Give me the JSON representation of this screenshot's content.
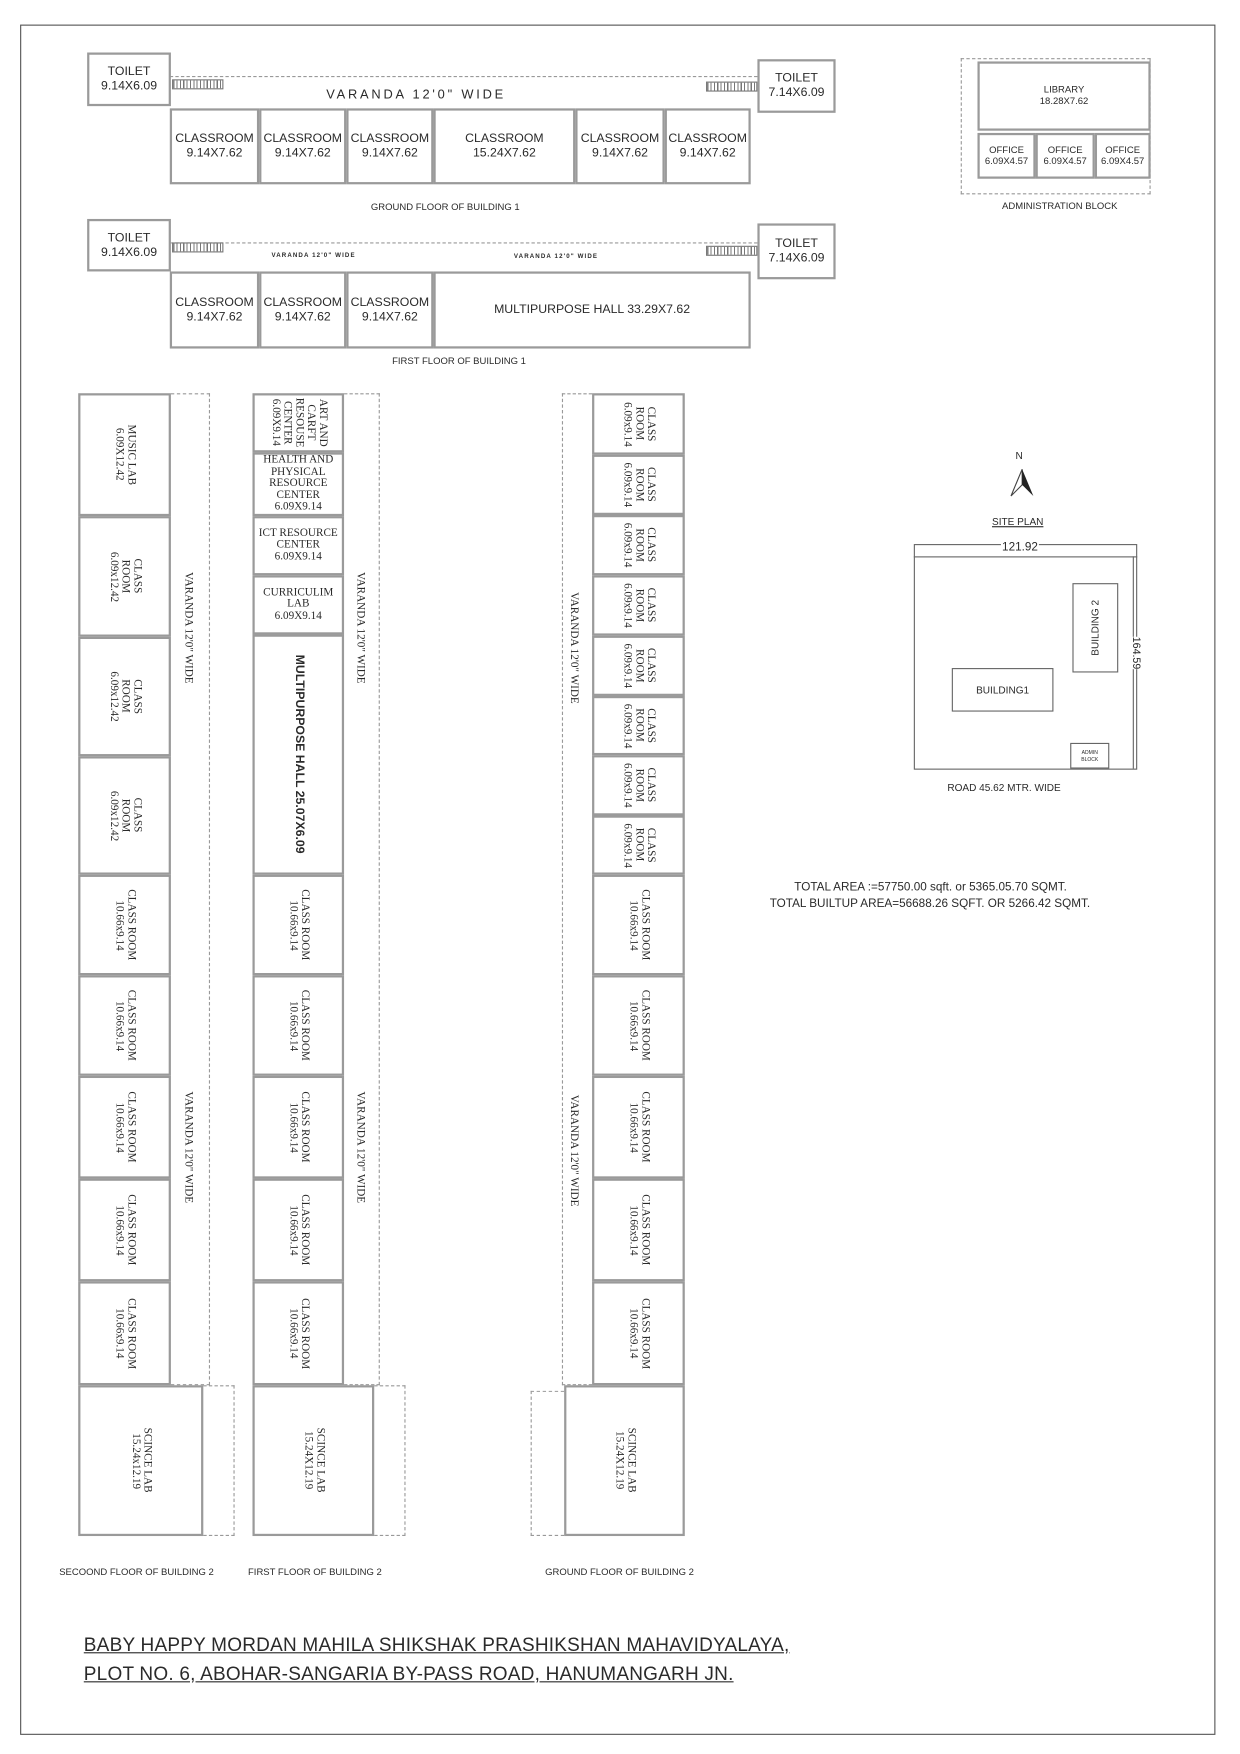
{
  "b1_ground": {
    "toilet_left": {
      "name": "TOILET",
      "size": "9.14X6.09"
    },
    "toilet_right": {
      "name": "TOILET",
      "size": "7.14X6.09"
    },
    "varanda": "VARANDA  12'0\"  WIDE",
    "rooms": [
      {
        "name": "CLASSROOM",
        "size": "9.14X7.62"
      },
      {
        "name": "CLASSROOM",
        "size": "9.14X7.62"
      },
      {
        "name": "CLASSROOM",
        "size": "9.14X7.62"
      },
      {
        "name": "CLASSROOM",
        "size": "15.24X7.62"
      },
      {
        "name": "CLASSROOM",
        "size": "9.14X7.62"
      },
      {
        "name": "CLASSROOM",
        "size": "9.14X7.62"
      }
    ],
    "caption": "GROUND FLOOR OF BUILDING 1"
  },
  "b1_first": {
    "toilet_left": {
      "name": "TOILET",
      "size": "9.14X6.09"
    },
    "toilet_right": {
      "name": "TOILET",
      "size": "7.14X6.09"
    },
    "varanda_labels": [
      "VARANDA 12'0\" WIDE",
      "VARANDA 12'0\" WIDE"
    ],
    "rooms": [
      {
        "name": "CLASSROOM",
        "size": "9.14X7.62"
      },
      {
        "name": "CLASSROOM",
        "size": "9.14X7.62"
      },
      {
        "name": "CLASSROOM",
        "size": "9.14X7.62"
      },
      {
        "name": "MULTIPURPOSE HALL 33.29X7.62",
        "size": ""
      }
    ],
    "caption": "FIRST FLOOR OF BUILDING 1"
  },
  "admin": {
    "library": {
      "name": "LIBRARY",
      "size": "18.28X7.62"
    },
    "offices": [
      {
        "name": "OFFICE",
        "size": "6.09X4.57"
      },
      {
        "name": "OFFICE",
        "size": "6.09X4.57"
      },
      {
        "name": "OFFICE",
        "size": "6.09X4.57"
      }
    ],
    "caption": "ADMINISTRATION BLOCK"
  },
  "b2_second": {
    "rooms": [
      {
        "name": "MUSIC LAB",
        "size": "6.09X12.42"
      },
      {
        "name": "CLASS\nROOM",
        "size": "6.09x12.42"
      },
      {
        "name": "CLASS\nROOM",
        "size": "6.09x12.42"
      },
      {
        "name": "CLASS\nROOM",
        "size": "6.09x12.42"
      },
      {
        "name": "CLASS ROOM",
        "size": "10.66x9.14"
      },
      {
        "name": "CLASS ROOM",
        "size": "10.66x9.14"
      },
      {
        "name": "CLASS ROOM",
        "size": "10.66x9.14"
      },
      {
        "name": "CLASS ROOM",
        "size": "10.66x9.14"
      },
      {
        "name": "CLASS ROOM",
        "size": "10.66x9.14"
      },
      {
        "name": "SCINCE  LAB",
        "size": "15.24x12.19"
      }
    ],
    "varanda_labels": [
      "VARANDA 12'0\" WIDE",
      "VARANDA 12'0\" WIDE"
    ],
    "caption": "SECOOND FLOOR OF BUILDING 2"
  },
  "b2_first": {
    "rooms": [
      {
        "name": "ART AND\nCARFT\nRESOUSE\nCENTER",
        "size": "6.09X9.14"
      },
      {
        "name": "HEALTH AND\nPHYSICAL\nRESOURCE\nCENTER",
        "size": "6.09X9.14"
      },
      {
        "name": "ICT RESOURCE\nCENTER",
        "size": "6.09X9.14"
      },
      {
        "name": "CURRICULIM\nLAB",
        "size": "6.09X9.14"
      },
      {
        "name": "MULTIPURPOSE HALL 25.07X6.09",
        "size": ""
      },
      {
        "name": "CLASS ROOM",
        "size": "10.66x9.14"
      },
      {
        "name": "CLASS ROOM",
        "size": "10.66x9.14"
      },
      {
        "name": "CLASS ROOM",
        "size": "10.66x9.14"
      },
      {
        "name": "CLASS ROOM",
        "size": "10.66x9.14"
      },
      {
        "name": "CLASS ROOM",
        "size": "10.66x9.14"
      },
      {
        "name": "SCINCE  LAB",
        "size": "15.24X12.19"
      }
    ],
    "varanda_labels": [
      "VARANDA 12'0\" WIDE",
      "VARANDA 12'0\" WIDE"
    ],
    "caption": "FIRST FLOOR OF BUILDING 2"
  },
  "b2_ground": {
    "rooms": [
      {
        "name": "CLASS\nROOM",
        "size": "6.09x9.14"
      },
      {
        "name": "CLASS\nROOM",
        "size": "6.09x9.14"
      },
      {
        "name": "CLASS\nROOM",
        "size": "6.09x9.14"
      },
      {
        "name": "CLASS\nROOM",
        "size": "6.09x9.14"
      },
      {
        "name": "CLASS\nROOM",
        "size": "6.09x9.14"
      },
      {
        "name": "CLASS\nROOM",
        "size": "6.09x9.14"
      },
      {
        "name": "CLASS\nROOM",
        "size": "6.09x9.14"
      },
      {
        "name": "CLASS\nROOM",
        "size": "6.09x9.14"
      },
      {
        "name": "CLASS ROOM",
        "size": "10.66x9.14"
      },
      {
        "name": "CLASS ROOM",
        "size": "10.66x9.14"
      },
      {
        "name": "CLASS ROOM",
        "size": "10.66x9.14"
      },
      {
        "name": "CLASS ROOM",
        "size": "10.66x9.14"
      },
      {
        "name": "CLASS ROOM",
        "size": "10.66x9.14"
      },
      {
        "name": "SCINCE  LAB",
        "size": "15.24X12.19"
      }
    ],
    "varanda_labels": [
      "VARANDA 12'0\" WIDE",
      "VARANDA 12'0\" WIDE"
    ],
    "caption": "GROUND FLOOR OF BUILDING 2"
  },
  "site_plan": {
    "north": "N",
    "title": "SITE PLAN",
    "width": "121.92",
    "depth": "164.59",
    "building1": "BUILDING1",
    "building2": "BUILDING 2",
    "admin": "ADMIN\nBLOCK",
    "road": "ROAD 45.62 MTR. WIDE"
  },
  "totals": [
    "TOTAL AREA :=57750.00 sqft. or 5365.05.70 SQMT.",
    "TOTAL BUILTUP AREA=56688.26 SQFT. OR 5266.42 SQMT."
  ],
  "title": [
    "BABY HAPPY MORDAN MAHILA SHIKSHAK PRASHIKSHAN  MAHAVIDYALAYA,",
    "PLOT NO. 6,  ABOHAR-SANGARIA BY-PASS ROAD, HANUMANGARH JN."
  ]
}
